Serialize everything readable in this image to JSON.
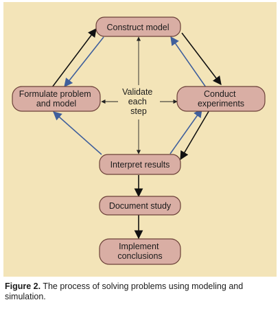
{
  "nodes": {
    "construct_model": [
      "Construct model"
    ],
    "formulate_problem": [
      "Formulate problem",
      "and model"
    ],
    "conduct_experiments": [
      "Conduct",
      "experiments"
    ],
    "interpret_results": [
      "Interpret results"
    ],
    "document_study": [
      "Document study"
    ],
    "implement_conclusions": [
      "Implement",
      "conclusions"
    ]
  },
  "center_label": [
    "Validate",
    "each",
    "step"
  ],
  "caption": {
    "label": "Figure 2.",
    "text": " The process of solving problems using modeling and simulation."
  },
  "colors": {
    "panel_background": "#f3e4b8",
    "node_fill": "#d9aea4",
    "node_border": "#6b4038",
    "black_arrow": "#111111",
    "blue_arrow": "#3f5f9c"
  }
}
